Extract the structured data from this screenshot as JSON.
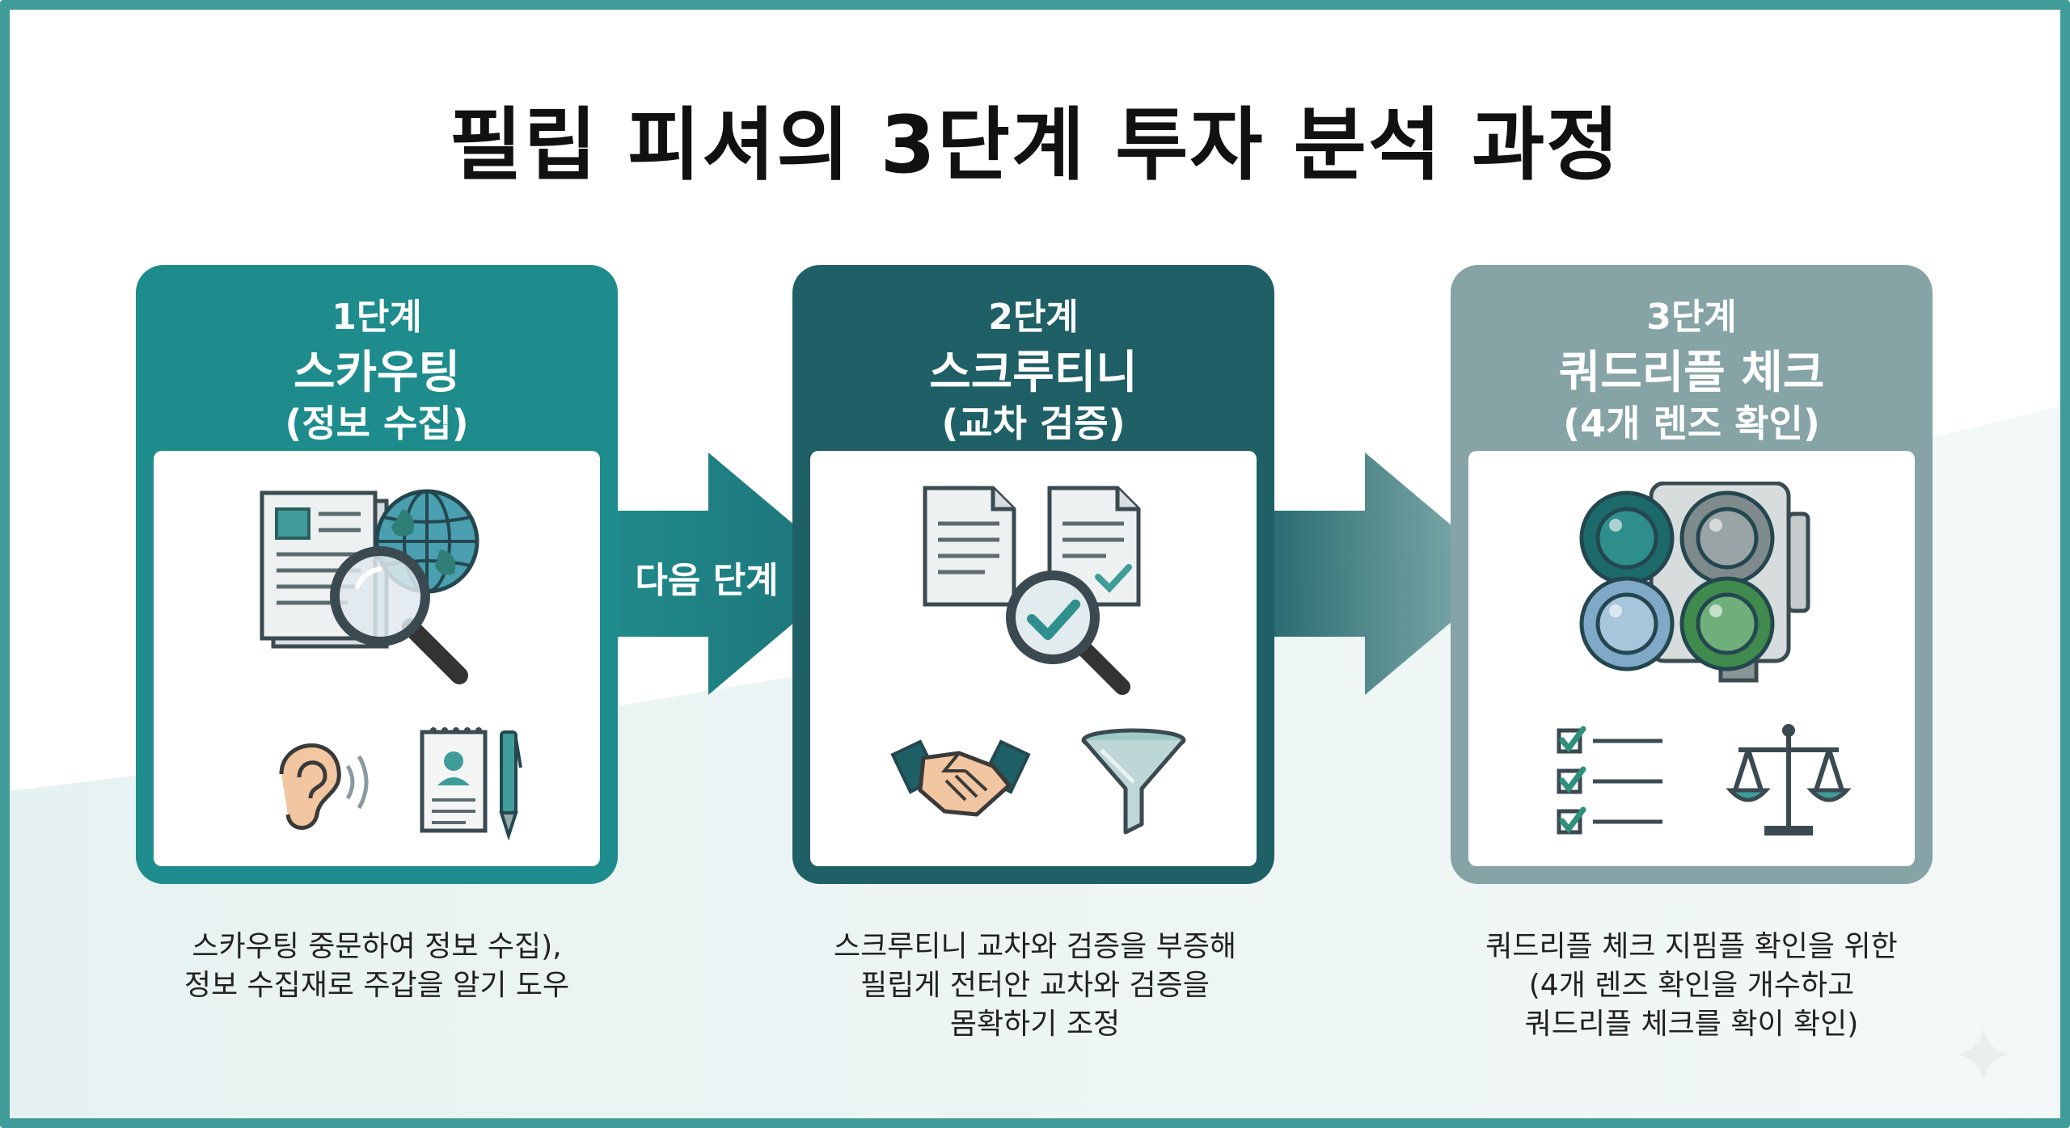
{
  "title": "필립 피셔의 3단계 투자 분석 과정",
  "arrow_label": "다음 단계",
  "colors": {
    "frame": "#3f9c99",
    "stage1": "#1e8c8c",
    "stage2": "#1f5f66",
    "stage3": "#86a3a6"
  },
  "stages": [
    {
      "step": "1단계",
      "name": "스카우팅",
      "sub": "(정보 수집)",
      "icons": [
        "documents-icon",
        "globe-icon",
        "magnifier-icon",
        "ear-icon",
        "notepad-icon",
        "pen-icon"
      ],
      "desc": [
        "스카우팅 중문하여 정보 수집),",
        "정보 수집재로 주갑을 알기 도우"
      ]
    },
    {
      "step": "2단계",
      "name": "스크루티니",
      "sub": "(교차 검증)",
      "icons": [
        "documents-icon",
        "magnifier-check-icon",
        "handshake-icon",
        "funnel-icon"
      ],
      "desc": [
        "스크루티니 교차와 검증을 부증해",
        "필립게 전터안 교차와 검증을",
        "몸확하기 조정"
      ]
    },
    {
      "step": "3단계",
      "name": "쿼드리플 체크",
      "sub": "(4개 렌즈 확인)",
      "icons": [
        "four-lens-icon",
        "checklist-icon",
        "scale-icon"
      ],
      "desc": [
        "쿼드리플 체크 지핌플 확인을 위한",
        "(4개 렌즈 확인을 개수하고",
        "쿼드리플 체크를 확이 확인)"
      ]
    }
  ]
}
